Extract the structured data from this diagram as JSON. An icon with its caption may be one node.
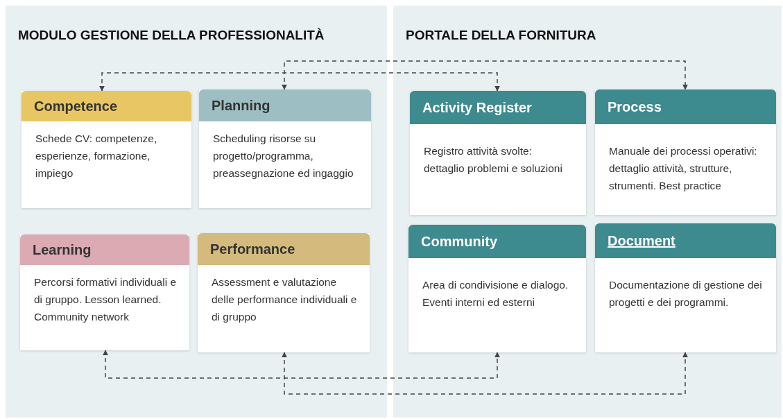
{
  "diagram": {
    "nodes": [
      {
        "text": [
          "MODULO GESTIONE DELLA PROFESSIONALITÀ"
        ]
      },
      {
        "text": [
          "Competence",
          "Schede CV: competenze, esperienze, formazione, impiego"
        ],
        "in": 0
      },
      {
        "text": [
          "Planning",
          "Scheduling risorse su progetto/programma, preassegnazione ed ingaggio"
        ],
        "in": 0
      },
      {
        "text": [
          "Learning",
          "Percorsi formativi individuali e di gruppo. Lesson learned. Community network"
        ],
        "in": 0
      },
      {
        "text": [
          "Performance",
          "Assessment e valutazione delle performance individuali e di gruppo"
        ],
        "in": 0
      },
      {
        "text": [
          "PORTALE DELLA FORNITURA"
        ]
      },
      {
        "text": [
          "Activity Register",
          "Registro attività svolte: dettaglio problemi e soluzioni"
        ],
        "in": 5
      },
      {
        "text": [
          "Process",
          "Manuale dei processi operativi: dettaglio attività, strutture, strumenti. Best practice"
        ],
        "in": 5
      },
      {
        "text": [
          "Community",
          "Area di condivisione e dialogo. Eventi interni ed esterni"
        ],
        "in": 5
      },
      {
        "text": [
          "Document",
          "Documentazione di gestione dei progetti e dei programmi."
        ],
        "in": 5
      }
    ],
    "edges": [
      {
        "from": 1,
        "to": 6,
        "arrow": "both"
      },
      {
        "from": 2,
        "to": 7,
        "arrow": "both"
      },
      {
        "from": 3,
        "to": 8,
        "arrow": "both"
      },
      {
        "from": 4,
        "to": 9,
        "arrow": "both"
      }
    ]
  }
}
